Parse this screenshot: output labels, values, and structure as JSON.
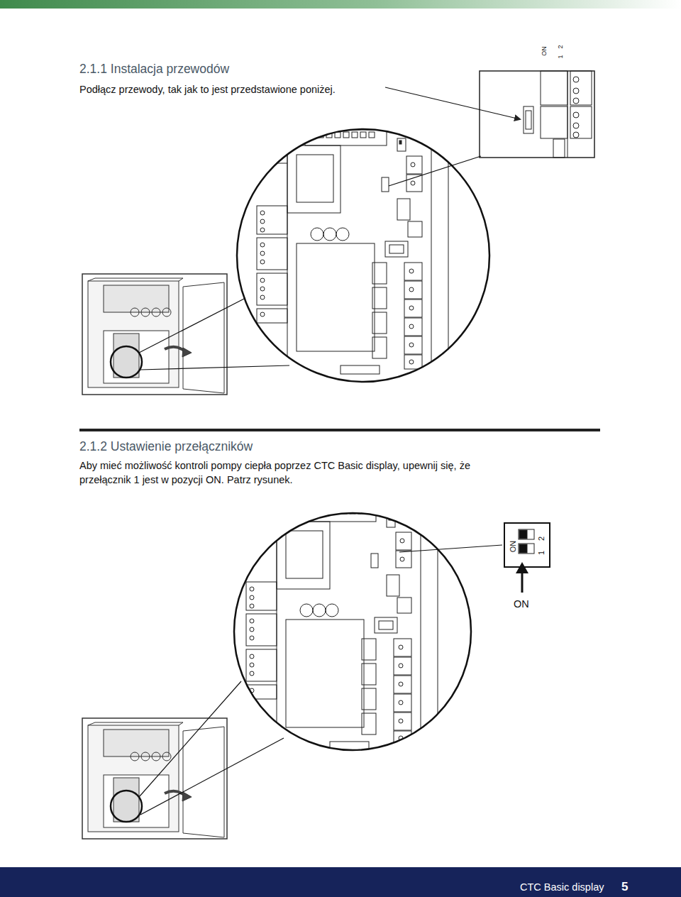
{
  "diagram": {
    "nodes": [
      {
        "text": [
          "ON",
          "1",
          "2"
        ]
      },
      {
        "text": [
          "ON",
          "1",
          "2"
        ]
      },
      {
        "text": [
          "CTC Basic display",
          "5"
        ]
      }
    ],
    "labels": [
      "2.1.1 Instalacja przewodów",
      "Podłącz przewody, tak jak to jest przedstawione poniżej.",
      "2.1.2 Ustawienie przełączników",
      "Aby mieć możliwość kontroli pompy ciepła poprzez CTC Basic display, upewnij się, że przełącznik 1 jest w pozycji ON. Patrz rysunek.",
      "ON"
    ]
  }
}
